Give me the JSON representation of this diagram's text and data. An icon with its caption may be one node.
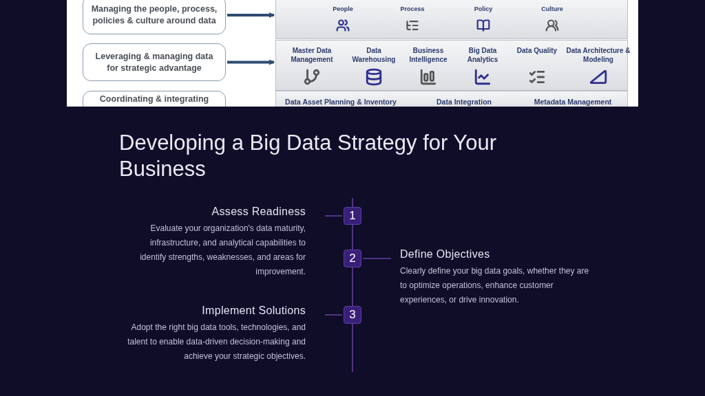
{
  "diagram": {
    "title": "Developing a Big Data Strategy for Your Business",
    "nodes": [
      {
        "text": [
          "Managing the people, process, policies & culture around data"
        ]
      },
      {
        "text": [
          "Leveraging & managing data for strategic advantage"
        ]
      },
      {
        "text": [
          "Coordinating & integrating"
        ]
      },
      {
        "text": [
          "People",
          "Process",
          "Policy",
          "Culture"
        ]
      },
      {
        "text": [
          "Master Data Management",
          "Data Warehousing",
          "Business Intelligence",
          "Big Data Analytics",
          "Data Quality",
          "Data Architecture & Modeling"
        ]
      },
      {
        "text": [
          "Data Asset Planning & Inventory",
          "Data Integration",
          "Metadata Management"
        ]
      },
      {
        "text": [
          "1"
        ]
      },
      {
        "text": [
          "2"
        ]
      },
      {
        "text": [
          "3"
        ]
      },
      {
        "text": [
          "Assess Readiness",
          "Evaluate your organization's data maturity, infrastructure, and analytical capabilities to identify strengths, weaknesses, and areas for improvement."
        ]
      },
      {
        "text": [
          "Define Objectives",
          "Clearly define your big data goals, whether they are to optimize operations, enhance customer experiences, or drive innovation."
        ]
      },
      {
        "text": [
          "Implement Solutions",
          "Adopt the right big data tools, technologies, and talent to enable data-driven decision-making and achieve your strategic objectives."
        ]
      }
    ],
    "edges": [
      {
        "from": 0,
        "to": 3,
        "arrow": "to",
        "style": "thick",
        "color": "#2f4b70"
      },
      {
        "from": 1,
        "to": 4,
        "arrow": "to",
        "style": "thick",
        "color": "#2f4b70"
      },
      {
        "from": 9,
        "to": 6,
        "arrow": "none"
      },
      {
        "from": 6,
        "to": 7,
        "arrow": "none"
      },
      {
        "from": 7,
        "to": 10,
        "arrow": "none"
      },
      {
        "from": 7,
        "to": 8,
        "arrow": "none"
      },
      {
        "from": 11,
        "to": 8,
        "arrow": "none"
      }
    ]
  }
}
